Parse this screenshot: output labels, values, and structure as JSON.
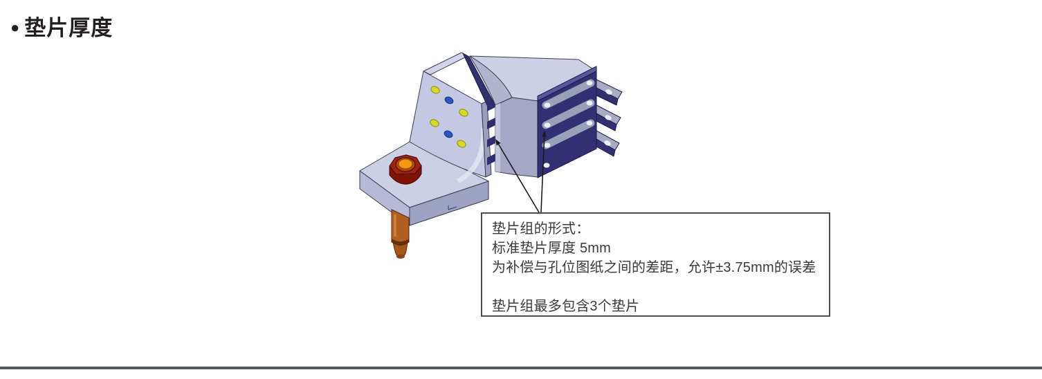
{
  "page": {
    "bullet": "●",
    "title": "垫片厚度"
  },
  "annotation_box": {
    "lines": [
      "垫片组的形式：",
      "标准垫片厚度 5mm",
      "为补偿与孔位图纸之间的差距，允许±3.75mm的误差",
      "",
      "垫片组最多包含3个垫片"
    ]
  },
  "diagram": {
    "description": "isometric-cad-view-of-bracket-with-shim-pack",
    "colors": {
      "bracket_top_light": "#d2d5e9",
      "bracket_front_mid": "#c4c8e2",
      "bracket_side_gray": "#9fa3c3",
      "shim_navy": "#322f73",
      "shim_navy_light": "#5a57a0",
      "slot_gray": "#9aa0b6",
      "slot_hole_white": "#eceef5",
      "hole_yellow": "#d8da1f",
      "hole_blue": "#2b57bb",
      "nut_red": "#9e2310",
      "nut_body_dark_red": "#7e1408",
      "nut_center_orange": "#f09a12",
      "pin_orange": "#b35f1f",
      "outline": "#3a3a52",
      "leader_line": "#1a1a1a"
    }
  },
  "separator": {
    "color": "#4d5866"
  }
}
